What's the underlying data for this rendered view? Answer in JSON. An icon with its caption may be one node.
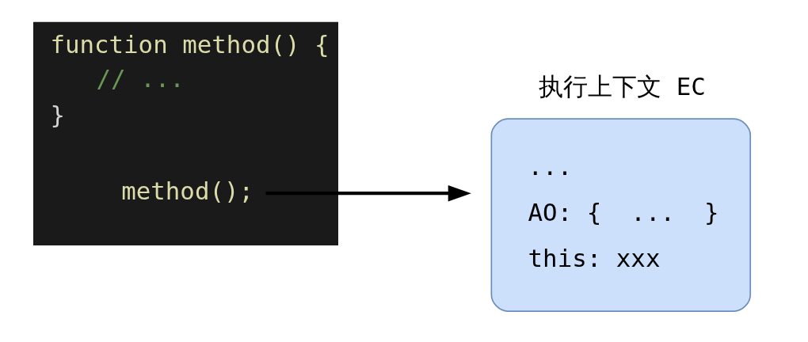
{
  "diagram": {
    "nodes": [
      {
        "text": [
          "function method() {",
          "// ...",
          "}"
        ]
      },
      {
        "text": [
          "method();"
        ],
        "in": 0
      },
      {
        "text": [
          "执行上下文 EC",
          "...",
          "AO: {  ...  }",
          "this: xxx"
        ]
      }
    ],
    "edges": [
      {
        "from": 1,
        "to": 2,
        "arrow": "to"
      }
    ]
  }
}
